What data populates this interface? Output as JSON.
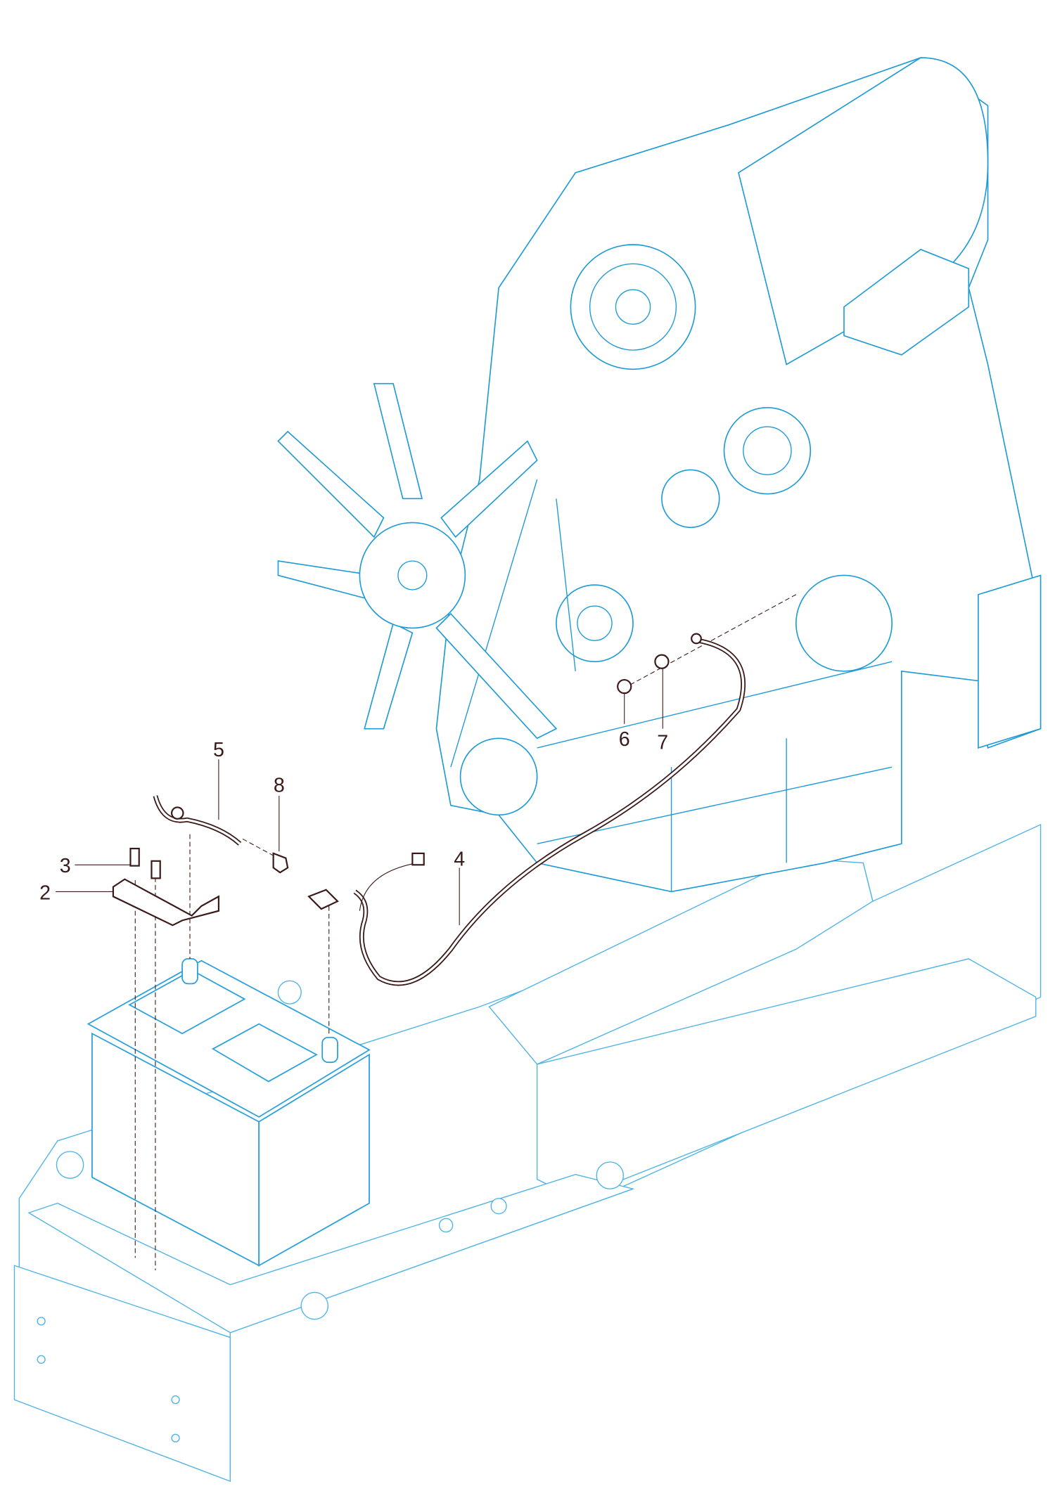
{
  "diagram": {
    "callouts": [
      {
        "id": "2",
        "label": "2"
      },
      {
        "id": "3",
        "label": "3"
      },
      {
        "id": "4",
        "label": "4"
      },
      {
        "id": "5",
        "label": "5"
      },
      {
        "id": "6",
        "label": "6"
      },
      {
        "id": "7",
        "label": "7"
      },
      {
        "id": "8",
        "label": "8"
      }
    ],
    "colors": {
      "engine": "#1e9ad6",
      "frame": "#4fb3e6",
      "parts": "#3a1a18"
    }
  }
}
